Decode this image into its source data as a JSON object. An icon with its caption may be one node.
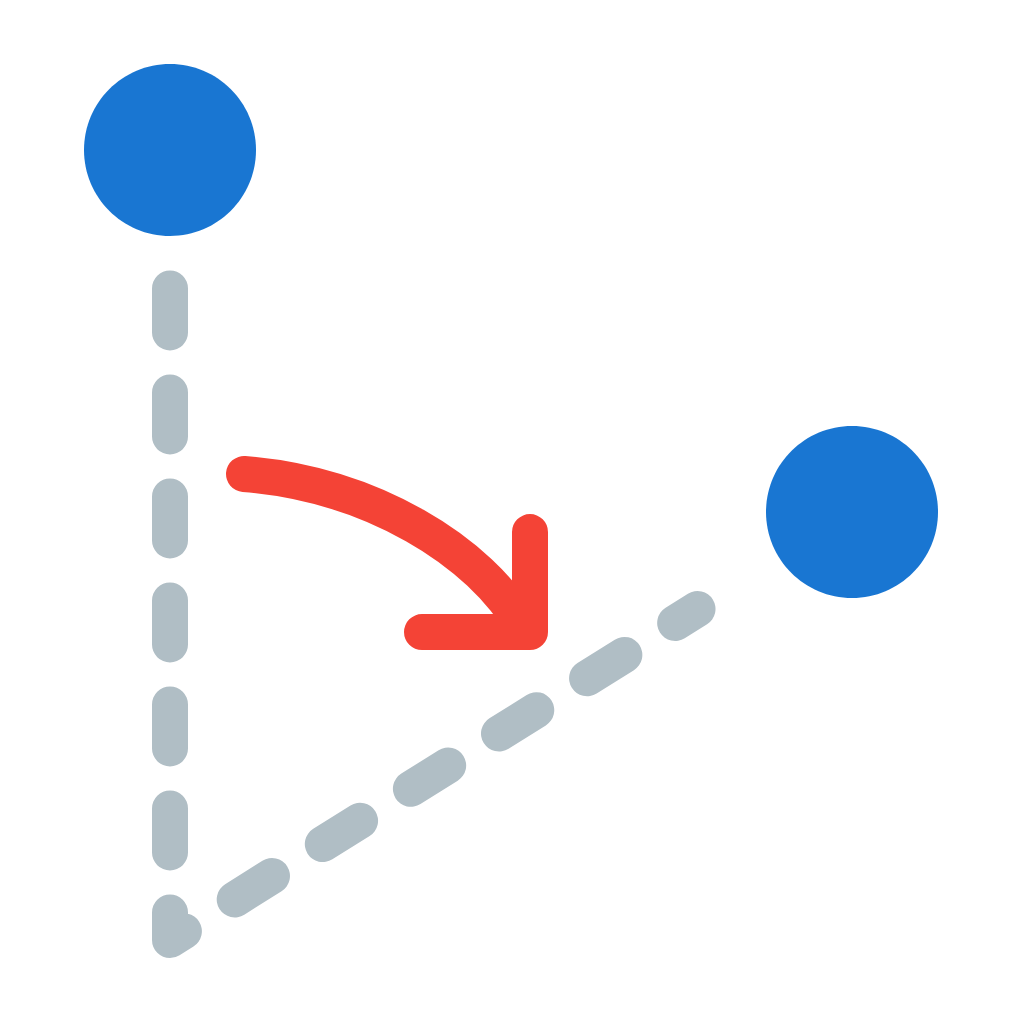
{
  "diagram": {
    "nodes": [
      {
        "text": [],
        "shape": "circle"
      },
      {
        "text": [],
        "shape": "circle"
      }
    ],
    "edges": [
      {
        "from": 0,
        "to": 1,
        "arrow": "none",
        "style": "dashed"
      }
    ]
  }
}
